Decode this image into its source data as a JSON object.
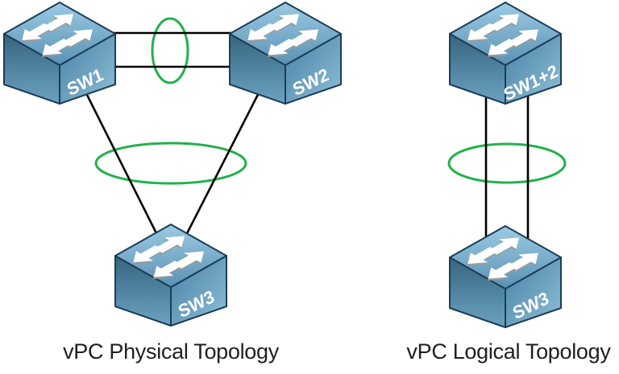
{
  "page": {
    "background": "#ffffff",
    "description": "vPC physical vs logical topology network diagram"
  },
  "left_diagram": {
    "caption": "vPC Physical Topology",
    "switches": [
      {
        "id": "sw1",
        "label": "SW1"
      },
      {
        "id": "sw2",
        "label": "SW2"
      },
      {
        "id": "sw3",
        "label": "SW3"
      }
    ],
    "links": [
      "sw1-sw2-peer-link-1",
      "sw1-sw2-peer-link-2",
      "sw1-sw3-member-link",
      "sw2-sw3-member-link"
    ],
    "port_channels": [
      "peer-link-port-channel-ring",
      "vpc-port-channel-ring"
    ]
  },
  "right_diagram": {
    "caption": "vPC Logical Topology",
    "switches": [
      {
        "id": "sw1-2",
        "label": "SW1+2"
      },
      {
        "id": "sw3",
        "label": "SW3"
      }
    ],
    "links": [
      "sw12-sw3-link-1",
      "sw12-sw3-link-2"
    ],
    "port_channels": [
      "logical-port-channel-ring"
    ]
  },
  "colors": {
    "link": "#000000",
    "channel_ring": "#22b14c",
    "switch_outline": "#1c3d56",
    "switch_label_text": "#ffffff",
    "caption_text": "#1f1f1f"
  },
  "icons": {
    "switch": "cisco-workgroup-switch-icon"
  }
}
